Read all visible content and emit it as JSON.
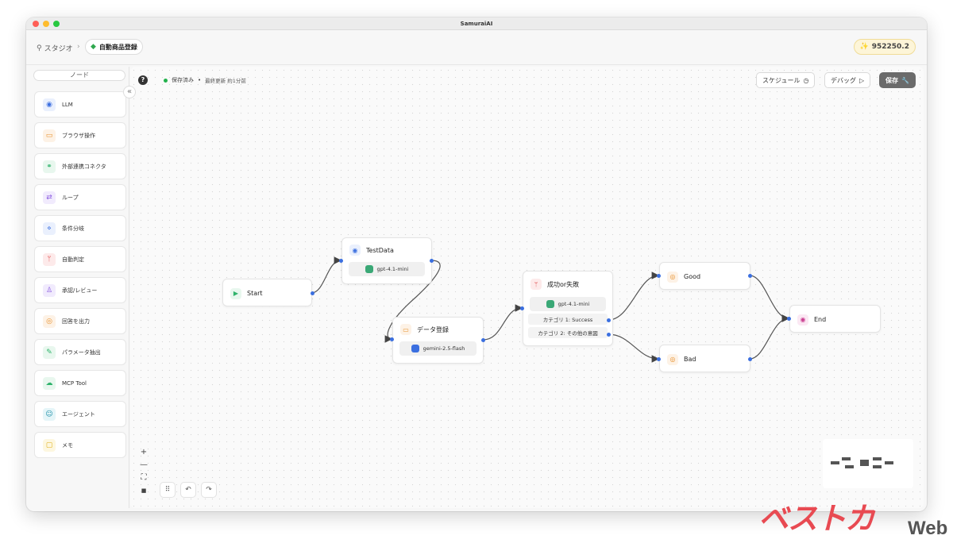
{
  "window": {
    "title": "SamuraiAI"
  },
  "breadcrumb": {
    "studio": "スタジオ",
    "separator": "›",
    "current": "自動商品登録"
  },
  "credits": {
    "value": "952250.2"
  },
  "sidebar": {
    "title": "ノード",
    "collapse": "«",
    "items": [
      {
        "label": "LLM",
        "icon": "robot-icon",
        "color": "#3b6fe0",
        "bg": "#eaf0fd",
        "glyph": "◉"
      },
      {
        "label": "ブラウザ操作",
        "icon": "browser-icon",
        "color": "#e8912d",
        "bg": "#fdf2e6",
        "glyph": "▭"
      },
      {
        "label": "外部連携コネクタ",
        "icon": "connector-icon",
        "color": "#2fb36b",
        "bg": "#e8f7ee",
        "glyph": "⚭"
      },
      {
        "label": "ループ",
        "icon": "loop-icon",
        "color": "#8a5be0",
        "bg": "#f1ebfd",
        "glyph": "⇄"
      },
      {
        "label": "条件分岐",
        "icon": "condition-icon",
        "color": "#3b6fe0",
        "bg": "#eaf0fd",
        "glyph": "⋄"
      },
      {
        "label": "自動判定",
        "icon": "branch-icon",
        "color": "#e04b4b",
        "bg": "#fdeaea",
        "glyph": "ᛘ"
      },
      {
        "label": "承認/レビュー",
        "icon": "user-check-icon",
        "color": "#8a5be0",
        "bg": "#f1ebfd",
        "glyph": "♙"
      },
      {
        "label": "回答を出力",
        "icon": "target-icon",
        "color": "#e8912d",
        "bg": "#fdf2e6",
        "glyph": "◎"
      },
      {
        "label": "パラメータ抽出",
        "icon": "pen-icon",
        "color": "#2fb36b",
        "bg": "#e8f7ee",
        "glyph": "✎"
      },
      {
        "label": "MCP Tool",
        "icon": "cloud-icon",
        "color": "#2fb36b",
        "bg": "#e8f7ee",
        "glyph": "☁"
      },
      {
        "label": "エージェント",
        "icon": "agent-icon",
        "color": "#1c8fa8",
        "bg": "#e5f5f8",
        "glyph": "☺"
      },
      {
        "label": "メモ",
        "icon": "note-icon",
        "color": "#e0b01c",
        "bg": "#fdf7e0",
        "glyph": "▢"
      }
    ]
  },
  "toolbar": {
    "help": "?",
    "status": "保存済み",
    "bullet": "•",
    "last_updated": "最終更新 約1分前",
    "schedule": "スケジュール",
    "debug": "デバッグ",
    "save": "保存"
  },
  "flow": {
    "nodes": {
      "start": {
        "label": "Start"
      },
      "testdata": {
        "label": "TestData",
        "model": "gpt-4.1-mini"
      },
      "data_register": {
        "label": "データ登録",
        "model": "gemini-2.5-flash"
      },
      "judge": {
        "label": "成功or失敗",
        "model": "gpt-4.1-mini",
        "branch1": "カテゴリ 1: Success",
        "branch2": "カテゴリ 2: その他の意図"
      },
      "good": {
        "label": "Good"
      },
      "bad": {
        "label": "Bad"
      },
      "end": {
        "label": "End"
      }
    }
  },
  "controls": {
    "zoom_in": "+",
    "zoom_out": "—",
    "fit": "⛶",
    "lock": "🔒",
    "undo": "↶",
    "redo": "↷",
    "grid": "⠿"
  },
  "watermark": {
    "text": "ベストカ",
    "suffix": "Web"
  }
}
